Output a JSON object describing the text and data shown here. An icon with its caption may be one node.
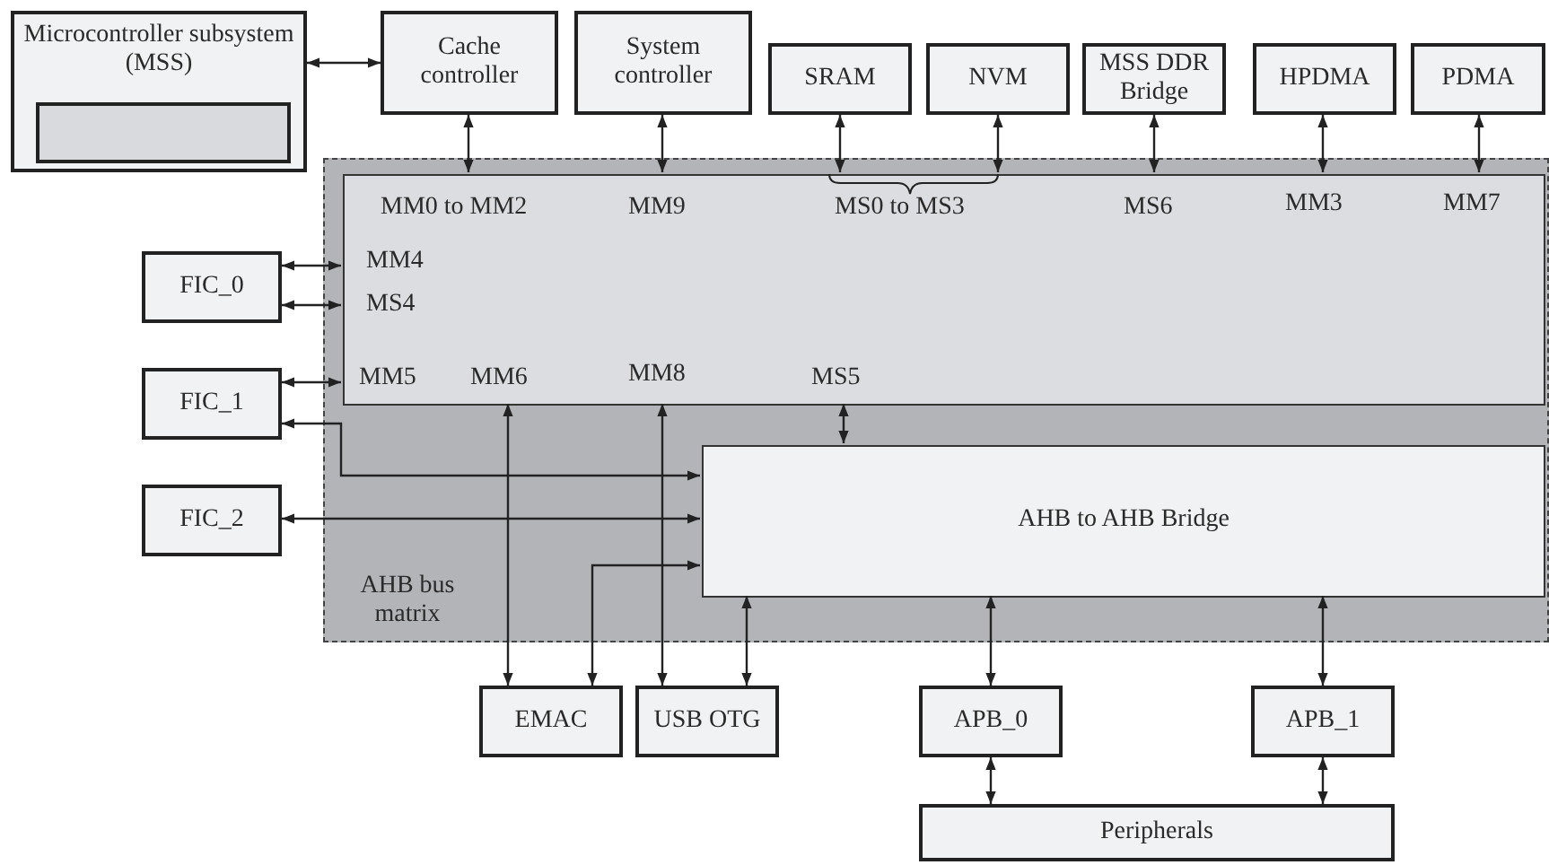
{
  "diagram": {
    "nodes": [
      {
        "text": [
          "Microcontroller subsystem (MSS)"
        ]
      },
      {
        "text": [],
        "shape": "box",
        "in": 0
      },
      {
        "text": [
          "Cache controller"
        ]
      },
      {
        "text": [
          "System controller"
        ]
      },
      {
        "text": [
          "SRAM"
        ]
      },
      {
        "text": [
          "NVM"
        ]
      },
      {
        "text": [
          "MSS DDR Bridge"
        ]
      },
      {
        "text": [
          "HPDMA"
        ]
      },
      {
        "text": [
          "PDMA"
        ]
      },
      {
        "text": [
          "AHB bus matrix"
        ]
      },
      {
        "text": [],
        "shape": "box",
        "in": 9
      },
      {
        "text": [
          "FIC_0"
        ]
      },
      {
        "text": [
          "FIC_1"
        ]
      },
      {
        "text": [
          "FIC_2"
        ]
      },
      {
        "text": [
          "AHB to AHB Bridge"
        ],
        "in": 9
      },
      {
        "text": [
          "EMAC"
        ]
      },
      {
        "text": [
          "USB OTG"
        ]
      },
      {
        "text": [
          "APB_0"
        ]
      },
      {
        "text": [
          "APB_1"
        ]
      },
      {
        "text": [
          "Peripherals"
        ]
      }
    ],
    "edges": [
      {
        "from": 0,
        "to": 2,
        "arrow": "both"
      },
      {
        "from": 2,
        "to": 10,
        "arrow": "both"
      },
      {
        "from": 3,
        "to": 10,
        "arrow": "both"
      },
      {
        "from": 4,
        "to": 10,
        "arrow": "both"
      },
      {
        "from": 5,
        "to": 10,
        "arrow": "both"
      },
      {
        "from": 6,
        "to": 10,
        "arrow": "both"
      },
      {
        "from": 7,
        "to": 10,
        "arrow": "both"
      },
      {
        "from": 8,
        "to": 10,
        "arrow": "both"
      },
      {
        "from": 11,
        "to": 10,
        "arrow": "both"
      },
      {
        "from": 11,
        "to": 10,
        "arrow": "both"
      },
      {
        "from": 12,
        "to": 10,
        "arrow": "both"
      },
      {
        "from": 12,
        "to": 14,
        "arrow": "both"
      },
      {
        "from": 13,
        "to": 14,
        "arrow": "both"
      },
      {
        "from": 15,
        "to": 10,
        "arrow": "both"
      },
      {
        "from": 15,
        "to": 14,
        "arrow": "both"
      },
      {
        "from": 16,
        "to": 10,
        "arrow": "both"
      },
      {
        "from": 16,
        "to": 14,
        "arrow": "both"
      },
      {
        "from": 10,
        "to": 14,
        "arrow": "both"
      },
      {
        "from": 14,
        "to": 17,
        "arrow": "both"
      },
      {
        "from": 14,
        "to": 18,
        "arrow": "both"
      },
      {
        "from": 17,
        "to": 19,
        "arrow": "both"
      },
      {
        "from": 18,
        "to": 19,
        "arrow": "both"
      }
    ],
    "labels": [
      "MM0 to MM2",
      "MM9",
      "MS0 to MS3",
      "MS6",
      "MM3",
      "MM7",
      "MM4",
      "MS4",
      "MM5",
      "MM6",
      "MM8",
      "MS5"
    ]
  }
}
